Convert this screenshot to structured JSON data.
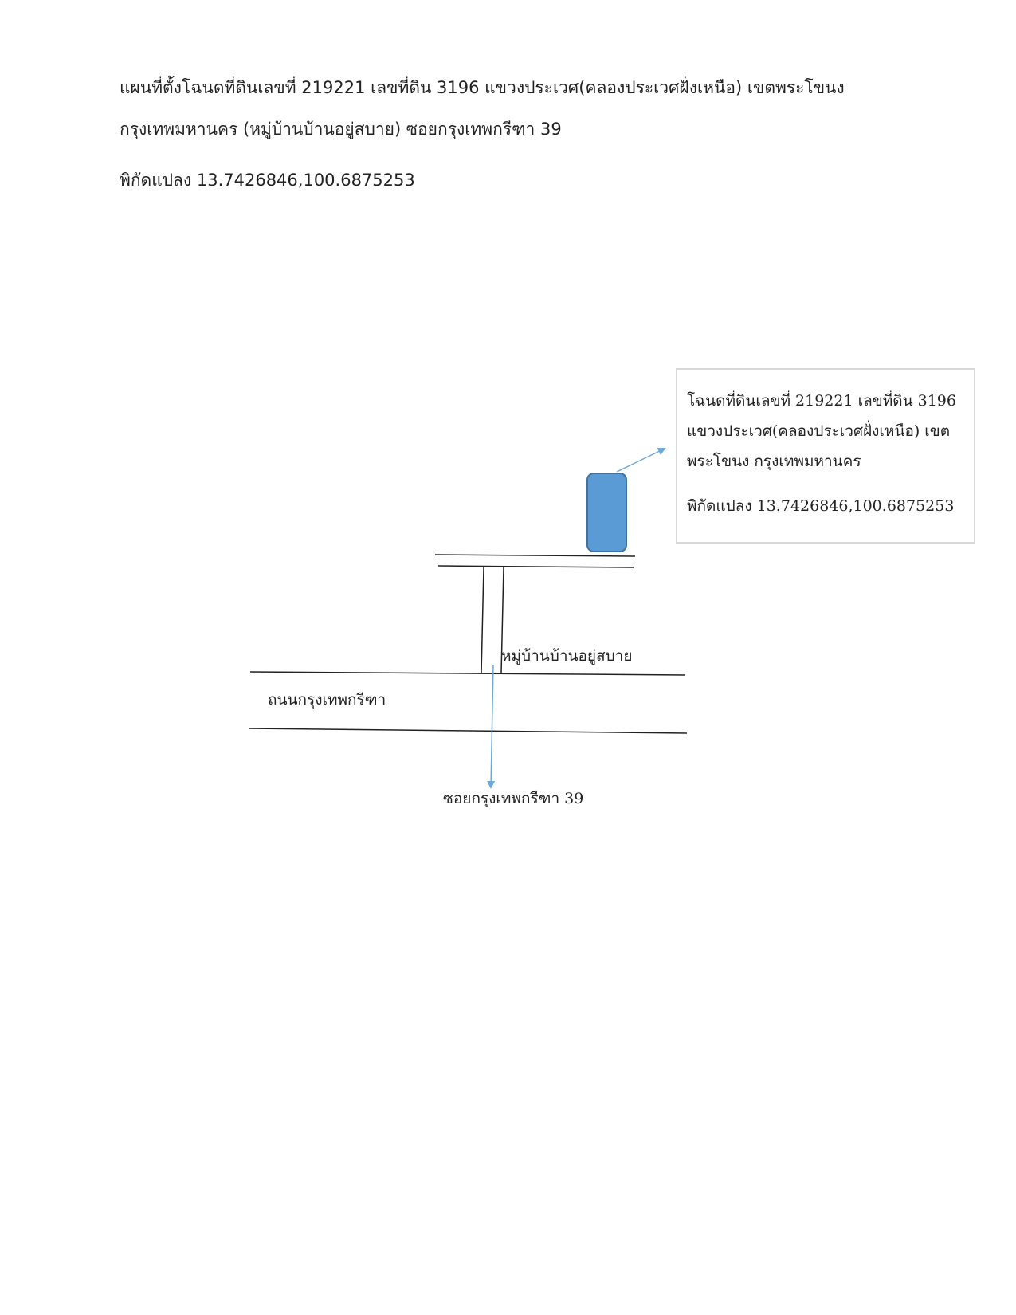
{
  "header": {
    "line1": "แผนที่ตั้งโฉนดที่ดินเลขที่  219221 เลขที่ดิน 3196 แขวงประเวศ(คลองประเวศฝั่งเหนือ)  เขตพระโขนง",
    "line2": "กรุงเทพมหานคร  (หมู่บ้านบ้านอยู่สบาย) ซอยกรุงเทพกรีฑา 39",
    "line3": "พิกัดแปลง 13.7426846,100.6875253"
  },
  "callout": {
    "line1": "โฉนดที่ดินเลขที่ 219221 เลขที่ดิน 3196",
    "line2": "แขวงประเวศ(คลองประเวศฝั่งเหนือ)  เขต",
    "line3": "พระโขนง กรุงเทพมหานคร",
    "line4": "พิกัดแปลง 13.7426846,100.6875253"
  },
  "map": {
    "village_label": "หมู่บ้านบ้านอยู่สบาย",
    "road_label": "ถนนกรุงเทพกรีฑา",
    "soi_label": "ซอยกรุงเทพกรีฑา 39",
    "plot_color": "#5b9bd5",
    "arrow_color": "#6fa8d8"
  }
}
